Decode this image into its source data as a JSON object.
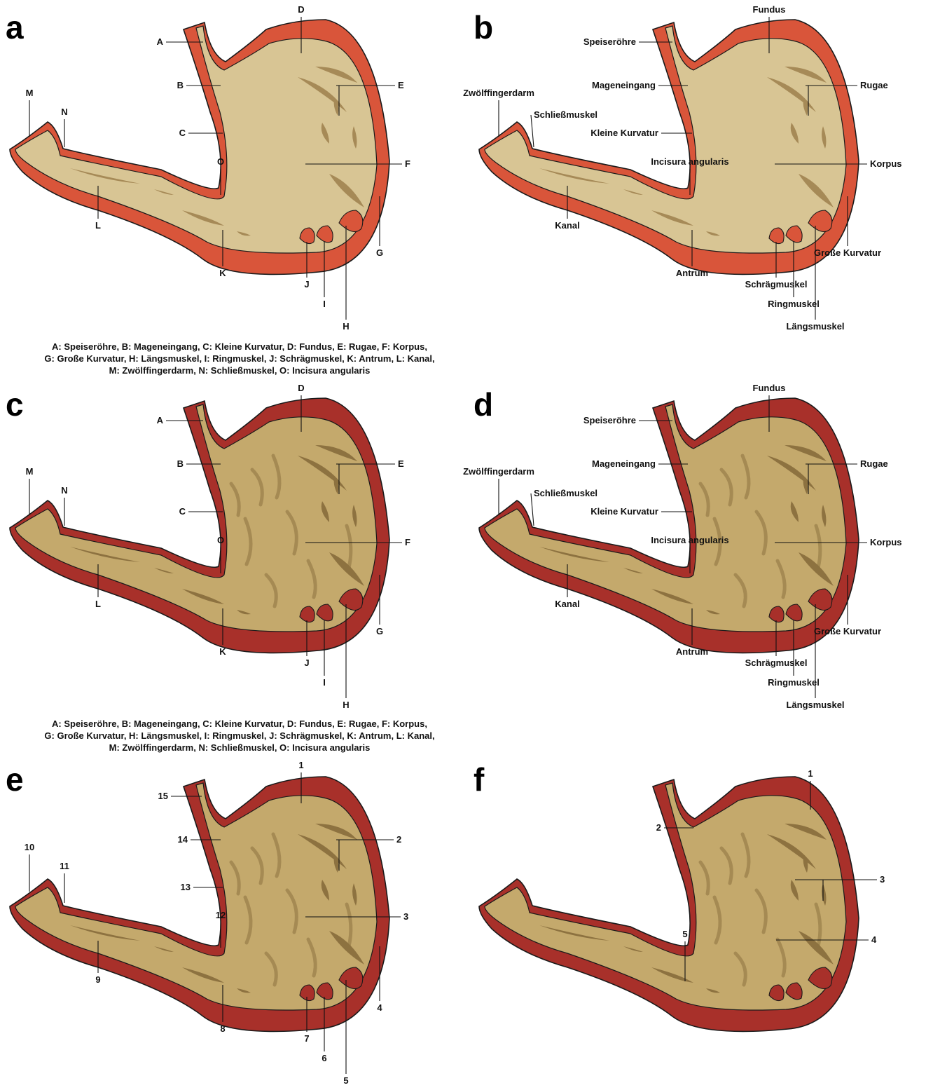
{
  "panels": [
    {
      "letter": "a",
      "style": "flat",
      "labels": [
        {
          "id": "A",
          "text": "A"
        },
        {
          "id": "B",
          "text": "B"
        },
        {
          "id": "C",
          "text": "C"
        },
        {
          "id": "D",
          "text": "D"
        },
        {
          "id": "E",
          "text": "E"
        },
        {
          "id": "F",
          "text": "F"
        },
        {
          "id": "G",
          "text": "G"
        },
        {
          "id": "H",
          "text": "H"
        },
        {
          "id": "I",
          "text": "I"
        },
        {
          "id": "J",
          "text": "J"
        },
        {
          "id": "K",
          "text": "K"
        },
        {
          "id": "L",
          "text": "L"
        },
        {
          "id": "M",
          "text": "M"
        },
        {
          "id": "N",
          "text": "N"
        },
        {
          "id": "O",
          "text": "O"
        }
      ],
      "caption": [
        "A: Speiseröhre, B: Mageneingang, C: Kleine Kurvatur, D: Fundus, E: Rugae, F: Korpus,",
        "G: Große Kurvatur, H: Längsmuskel, I: Ringmuskel, J: Schrägmuskel, K: Antrum, L: Kanal,",
        "M: Zwölffingerdarm, N: Schließmuskel, O: Incisura angularis"
      ]
    },
    {
      "letter": "b",
      "style": "flat",
      "labels": [
        {
          "id": "D",
          "text": "Fundus"
        },
        {
          "id": "A",
          "text": "Speiseröhre"
        },
        {
          "id": "B",
          "text": "Mageneingang"
        },
        {
          "id": "E",
          "text": "Rugae"
        },
        {
          "id": "M",
          "text": "Zwölffingerdarm"
        },
        {
          "id": "N",
          "text": "Schließmuskel"
        },
        {
          "id": "C",
          "text": "Kleine Kurvatur"
        },
        {
          "id": "O",
          "text": "Incisura angularis"
        },
        {
          "id": "F",
          "text": "Korpus"
        },
        {
          "id": "L",
          "text": "Kanal"
        },
        {
          "id": "G",
          "text": "Große Kurvatur"
        },
        {
          "id": "K",
          "text": "Antrum"
        },
        {
          "id": "J",
          "text": "Schrägmuskel"
        },
        {
          "id": "I",
          "text": "Ringmuskel"
        },
        {
          "id": "H",
          "text": "Längsmuskel"
        }
      ]
    },
    {
      "letter": "c",
      "style": "realistic",
      "labels": [
        {
          "id": "A",
          "text": "A"
        },
        {
          "id": "B",
          "text": "B"
        },
        {
          "id": "C",
          "text": "C"
        },
        {
          "id": "D",
          "text": "D"
        },
        {
          "id": "E",
          "text": "E"
        },
        {
          "id": "F",
          "text": "F"
        },
        {
          "id": "G",
          "text": "G"
        },
        {
          "id": "H",
          "text": "H"
        },
        {
          "id": "I",
          "text": "I"
        },
        {
          "id": "J",
          "text": "J"
        },
        {
          "id": "K",
          "text": "K"
        },
        {
          "id": "L",
          "text": "L"
        },
        {
          "id": "M",
          "text": "M"
        },
        {
          "id": "N",
          "text": "N"
        },
        {
          "id": "O",
          "text": "O"
        }
      ],
      "caption": [
        "A: Speiseröhre, B: Mageneingang, C: Kleine Kurvatur, D: Fundus, E: Rugae, F: Korpus,",
        "G: Große Kurvatur, H: Längsmuskel, I: Ringmuskel, J: Schrägmuskel, K: Antrum, L: Kanal,",
        "M: Zwölffingerdarm, N: Schließmuskel, O: Incisura angularis"
      ]
    },
    {
      "letter": "d",
      "style": "realistic",
      "labels": [
        {
          "id": "D",
          "text": "Fundus"
        },
        {
          "id": "A",
          "text": "Speiseröhre"
        },
        {
          "id": "B",
          "text": "Mageneingang"
        },
        {
          "id": "E",
          "text": "Rugae"
        },
        {
          "id": "M",
          "text": "Zwölffingerdarm"
        },
        {
          "id": "N",
          "text": "Schließmuskel"
        },
        {
          "id": "C",
          "text": "Kleine Kurvatur"
        },
        {
          "id": "O",
          "text": "Incisura angularis"
        },
        {
          "id": "F",
          "text": "Korpus"
        },
        {
          "id": "L",
          "text": "Kanal"
        },
        {
          "id": "G",
          "text": "Große Kurvatur"
        },
        {
          "id": "K",
          "text": "Antrum"
        },
        {
          "id": "J",
          "text": "Schrägmuskel"
        },
        {
          "id": "I",
          "text": "Ringmuskel"
        },
        {
          "id": "H",
          "text": "Längsmuskel"
        }
      ]
    },
    {
      "letter": "e",
      "style": "realistic",
      "labels": [
        {
          "id": "D",
          "text": "1"
        },
        {
          "id": "E",
          "text": "2"
        },
        {
          "id": "F",
          "text": "3"
        },
        {
          "id": "G",
          "text": "4"
        },
        {
          "id": "H",
          "text": "5"
        },
        {
          "id": "I",
          "text": "6"
        },
        {
          "id": "J",
          "text": "7"
        },
        {
          "id": "K",
          "text": "8"
        },
        {
          "id": "L",
          "text": "9"
        },
        {
          "id": "M",
          "text": "10"
        },
        {
          "id": "N",
          "text": "11"
        },
        {
          "id": "O",
          "text": "12"
        },
        {
          "id": "C",
          "text": "13"
        },
        {
          "id": "B",
          "text": "14"
        },
        {
          "id": "A",
          "text": "15"
        }
      ]
    },
    {
      "letter": "f",
      "style": "realistic",
      "labels": [
        {
          "id": "f1",
          "text": "1"
        },
        {
          "id": "f2",
          "text": "2"
        },
        {
          "id": "f3",
          "text": "3"
        },
        {
          "id": "f4",
          "text": "4"
        },
        {
          "id": "f5",
          "text": "5"
        }
      ]
    }
  ],
  "colors": {
    "flat_muscle": "#d9553a",
    "flat_mucosa": "#d8c594",
    "flat_rugae": "#a68a57",
    "real_muscle": "#a8302a",
    "real_mucosa": "#c4a96c",
    "real_rugae": "#8d7240"
  }
}
